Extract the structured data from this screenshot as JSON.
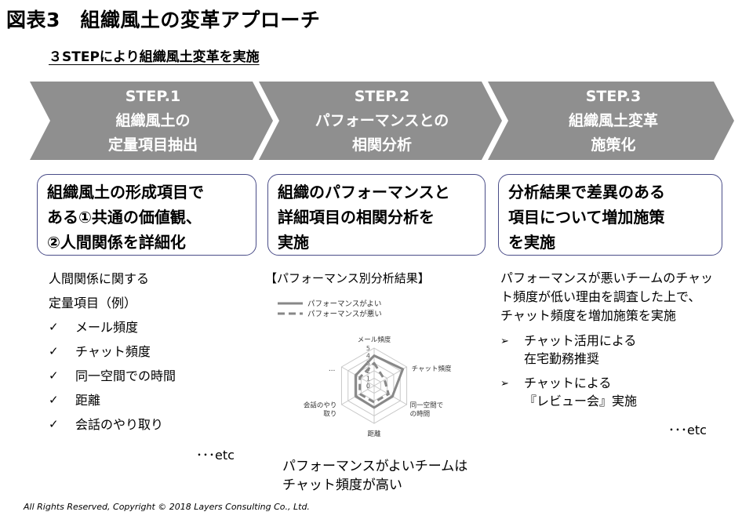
{
  "title": "図表3　組織風土の変革アプローチ",
  "subtitle": "３STEPにより組織風土変革を実施",
  "steps": [
    {
      "label": "STEP.1",
      "line1": "組織風土の",
      "line2": "定量項目抽出"
    },
    {
      "label": "STEP.2",
      "line1": "パフォーマンスとの",
      "line2": "相関分析"
    },
    {
      "label": "STEP.3",
      "line1": "組織風土変革",
      "line2": "施策化"
    }
  ],
  "boxes": [
    {
      "lines": [
        "組織風土の形成項目で",
        "ある①共通の価値観、",
        "②人間関係を詳細化"
      ]
    },
    {
      "lines": [
        "組織のパフォーマンスと",
        "詳細項目の相関分析を",
        "実施"
      ]
    },
    {
      "lines": [
        "分析結果で差異のある",
        "項目について増加施策",
        "を実施"
      ]
    }
  ],
  "col1": {
    "intro": [
      "人間関係に関する",
      "定量項目（例）"
    ],
    "items": [
      "メール頻度",
      "チャット頻度",
      "同一空間での時間",
      "距離",
      "会話のやり取り"
    ],
    "check_mark": "✓",
    "etc": "･･･etc"
  },
  "col2": {
    "heading": "【パフォーマンス別分析結果】",
    "legend_good": "パフォーマンスがよい",
    "legend_bad": "パフォーマンスが悪い",
    "conclusion": [
      "パフォーマンスがよいチームは",
      "チャット頻度が高い"
    ]
  },
  "chart_data": {
    "type": "radar",
    "axes": [
      "メール頻度",
      "チャット頻度",
      "同一空間での時間",
      "距離",
      "会話のやり取り",
      "…"
    ],
    "axis_labels": [
      [
        "メール頻度"
      ],
      [
        "チャット頻度"
      ],
      [
        "同一空間で",
        "の時間"
      ],
      [
        "距離"
      ],
      [
        "会話のやり",
        "取り"
      ],
      [
        "…"
      ]
    ],
    "rlim": [
      0,
      5
    ],
    "ticks": [
      "0",
      "1",
      "2",
      "3",
      "4",
      "5"
    ],
    "series": [
      {
        "name": "パフォーマンスがよい",
        "values": [
          4,
          4.4,
          2.8,
          2.9,
          2.8,
          2.8
        ],
        "style": "solid"
      },
      {
        "name": "パフォーマンスが悪い",
        "values": [
          3,
          1.6,
          2.2,
          2.2,
          2.2,
          2.2
        ],
        "style": "dashed"
      }
    ],
    "line_color": "#888888",
    "grid_color": "#c8c8c8"
  },
  "col3": {
    "intro": [
      "パフォーマンスが悪いチームのチャッ",
      "ト頻度が低い理由を調査した上で、",
      "チャット頻度を増加施策を実施"
    ],
    "items": [
      [
        "チャット活用による",
        "在宅勤務推奨"
      ],
      [
        "チャットによる",
        "『レビュー会』実施"
      ]
    ],
    "bullet": "➢",
    "etc": "･･･etc"
  },
  "copyright": "All Rights Reserved, Copyright © 2018 Layers Consulting Co., Ltd.",
  "colors": {
    "chevron": "#8f8f8f",
    "box_border": "#4a4d88",
    "chevron_text": "#ffffff"
  }
}
